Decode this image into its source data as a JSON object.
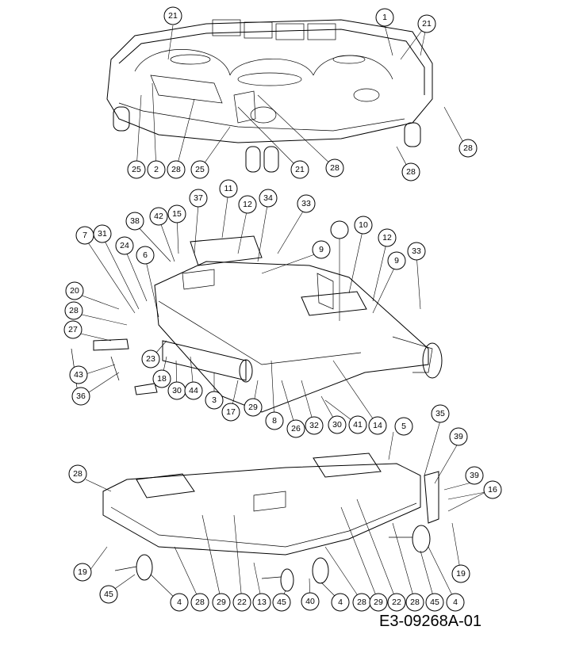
{
  "diagram_code": "E3-09268A-01",
  "assembly_top": {
    "callouts": [
      "21",
      "1",
      "21",
      "28",
      "25",
      "2",
      "28",
      "25",
      "21",
      "28"
    ]
  },
  "assembly_middle": {
    "callouts": [
      "37",
      "11",
      "12",
      "34",
      "33",
      "38",
      "42",
      "15",
      "10",
      "7",
      "31",
      "24",
      "6",
      "9",
      "12",
      "9",
      "33",
      "20",
      "28",
      "27",
      "23",
      "18",
      "43",
      "36",
      "30",
      "44",
      "3",
      "17",
      "29",
      "8",
      "26",
      "32",
      "30",
      "41",
      "14"
    ]
  },
  "assembly_bottom": {
    "callouts": [
      "5",
      "35",
      "39",
      "39",
      "16",
      "28",
      "19",
      "45",
      "4",
      "28",
      "29",
      "22",
      "13",
      "45",
      "40",
      "4",
      "28",
      "29",
      "22",
      "28",
      "45",
      "4",
      "19"
    ]
  },
  "blank_callout": ""
}
